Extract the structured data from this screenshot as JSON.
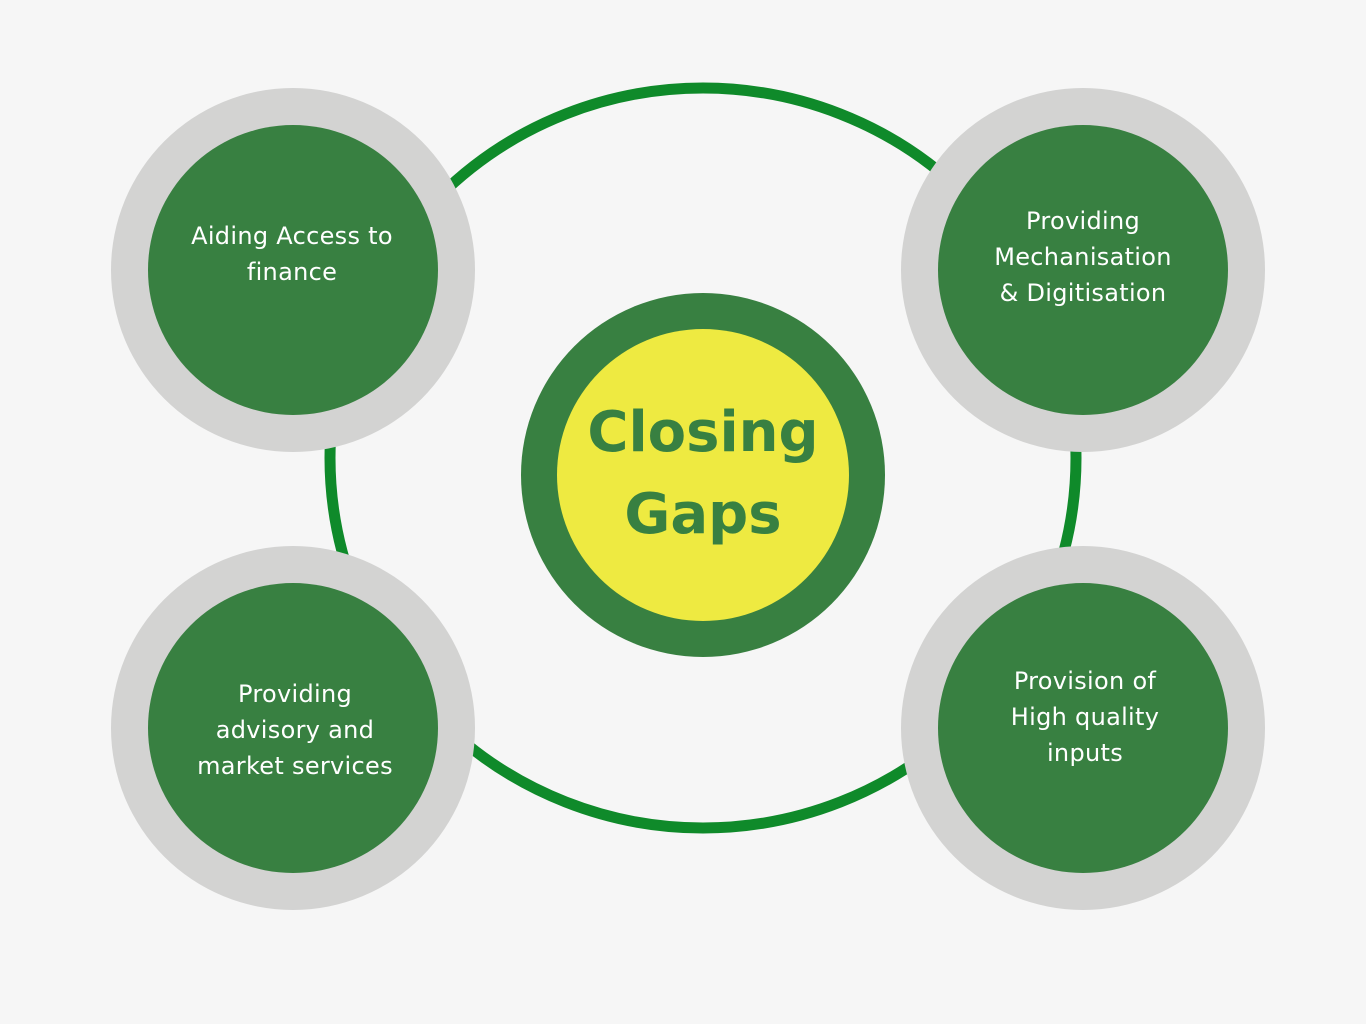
{
  "colors": {
    "background": "#f6f6f6",
    "ring": "#0f8a2a",
    "node_outer": "#d3d3d2",
    "node_inner": "#388041",
    "center_outer": "#388041",
    "center_core": "#eeea41",
    "center_text": "#388041",
    "node_text": "#ffffff"
  },
  "center": {
    "title": "Closing\nGaps"
  },
  "nodes": {
    "top_left": {
      "label": "Aiding Access to\nfinance"
    },
    "top_right": {
      "label": "Providing\nMechanisation\n& Digitisation"
    },
    "bottom_left": {
      "label": "Providing\nadvisory and\nmarket services"
    },
    "bottom_right": {
      "label": "Provision of\nHigh quality\ninputs"
    }
  }
}
